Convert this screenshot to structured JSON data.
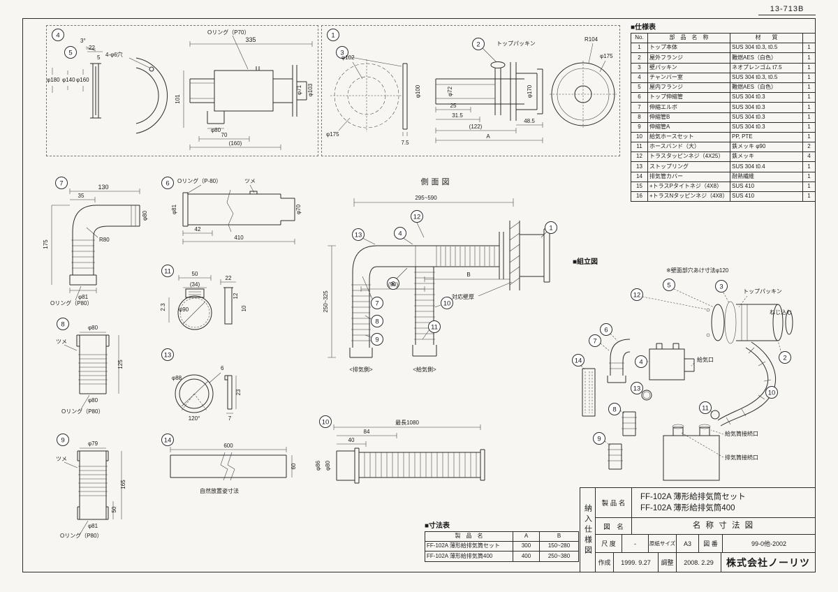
{
  "doc_number": "13-713B",
  "views": {
    "v4": {
      "num": "4",
      "num5": "5",
      "labels": {
        "oring": "Oリング（P70）",
        "dim335": "335",
        "deg3": "3°",
        "dim22": "22",
        "dim5": "5",
        "holes": "4-φ6穴",
        "d180": "φ180",
        "d140": "φ140",
        "d160": "φ160",
        "d71": "φ71",
        "d103": "φ103",
        "dim101": "101",
        "d80": "φ80",
        "dim70": "70",
        "dim160": "(160)"
      }
    },
    "v1": {
      "num": "1",
      "num2": "2",
      "num3": "3",
      "labels": {
        "packing": "トップパッキン",
        "d102": "φ102",
        "d175a": "φ175",
        "dim75": "7.5",
        "d100": "φ100",
        "d72": "φ72",
        "dim25": "25",
        "dim315": "31.5",
        "dim122": "(122)",
        "dim485": "48.5",
        "dimA": "A",
        "d170": "φ170",
        "r104": "R104",
        "d175b": "φ175"
      }
    },
    "v7": {
      "num": "7",
      "labels": {
        "dim130": "130",
        "dim35": "35",
        "d80": "φ80",
        "r80": "R80",
        "dim175": "175",
        "d81": "φ81",
        "oring": "Oリング（P80）"
      }
    },
    "v6": {
      "num": "6",
      "labels": {
        "oring": "Oリング（P-80）",
        "tsume": "ツメ",
        "d81": "φ81",
        "dim42": "42",
        "dim410": "410",
        "d70": "φ70"
      }
    },
    "v11": {
      "num": "11",
      "labels": {
        "dim50": "50",
        "dim34": "(34)",
        "dim22": "22",
        "dim12": "12",
        "dim10": "10",
        "d90": "φ90",
        "dim23": "2.3"
      }
    },
    "v8": {
      "num": "8",
      "labels": {
        "d80t": "φ80",
        "tsume": "ツメ",
        "dim125": "125",
        "d80b": "φ80",
        "oring": "Oリング（P80）"
      }
    },
    "v13": {
      "num": "13",
      "labels": {
        "d88": "φ88",
        "dim6": "6",
        "deg120": "120°",
        "dim23": "23",
        "dim7": "7"
      }
    },
    "v9": {
      "num": "9",
      "labels": {
        "d79": "φ79",
        "tsume": "ツメ",
        "dim165": "165",
        "dim50": "50",
        "d81": "φ81",
        "oring": "Oリング（P80）"
      }
    },
    "v14": {
      "num": "14",
      "labels": {
        "dim600": "600",
        "dim60": "60",
        "note": "自然放置姿寸法"
      }
    },
    "v10": {
      "num": "10",
      "labels": {
        "max": "最長1080",
        "dim84": "84",
        "dim40": "40",
        "d86": "φ86",
        "d80": "φ80"
      }
    },
    "side": {
      "title": "側面図",
      "labels": {
        "span": "295~590",
        "height": "250~325",
        "dim90": "(90)",
        "dimB": "B",
        "wall": "対応壁厚",
        "exhaust": "<排気側>",
        "intake": "<給気側>"
      },
      "callouts": {
        "c1": "1",
        "c4": "4",
        "c6": "6",
        "c7": "7",
        "c8": "8",
        "c9": "9",
        "c10": "10",
        "c11": "11",
        "c12": "12",
        "c13": "13"
      }
    },
    "assembly": {
      "title": "■組立図",
      "labels": {
        "note": "※壁面部穴あけ寸法φ120",
        "packing": "トップパッキン",
        "screw": "ねじ込む",
        "intake_port": "給気口",
        "intake_conn": "給気筒接続口",
        "exhaust_conn": "排気筒接続口"
      },
      "callouts": {
        "c2": "2",
        "c3": "3",
        "c4": "4",
        "c5": "5",
        "c6": "6",
        "c7": "7",
        "c8": "8",
        "c9": "9",
        "c10": "10",
        "c11": "11",
        "c12": "12",
        "c13": "13",
        "c14": "14"
      }
    }
  },
  "spec_table": {
    "title": "■仕様表",
    "headers": {
      "no": "No.",
      "name": "部　品　名　称",
      "material": "材　　質",
      "qty": ""
    },
    "rows": [
      [
        "1",
        "トップ本体",
        "SUS 304 t0.3, t0.5",
        "1"
      ],
      [
        "2",
        "屋外フランジ",
        "難燃AES（白色）",
        "1"
      ],
      [
        "3",
        "壁パッキン",
        "ネオプレンゴム t7.5",
        "1"
      ],
      [
        "4",
        "チャンバー室",
        "SUS 304 t0.3, t0.5",
        "1"
      ],
      [
        "5",
        "屋内フランジ",
        "難燃AES（白色）",
        "1"
      ],
      [
        "6",
        "トップ伸縮管",
        "SUS 304 t0.3",
        "1"
      ],
      [
        "7",
        "伸縮エルボ",
        "SUS 304 t0.3",
        "1"
      ],
      [
        "8",
        "伸縮管B",
        "SUS 304 t0.3",
        "1"
      ],
      [
        "9",
        "伸縮管A",
        "SUS 304 t0.3",
        "1"
      ],
      [
        "10",
        "給気ホースセット",
        "PP, PTE",
        "1"
      ],
      [
        "11",
        "ホースバンド（大）",
        "鉄メッキ φ90",
        "2"
      ],
      [
        "12",
        "トラスタッピンネジ（4X25）",
        "鉄メッキ",
        "4"
      ],
      [
        "13",
        "ストップリング",
        "SUS 304 t0.4",
        "1"
      ],
      [
        "14",
        "排気管カバー",
        "耐熱繊維",
        "1"
      ],
      [
        "15",
        "+トラスPタイトネジ（4X8）",
        "SUS 410",
        "1"
      ],
      [
        "16",
        "+トラスNタッピンネジ（4X8）",
        "SUS 410",
        "1"
      ]
    ]
  },
  "dim_table": {
    "title": "■寸法表",
    "headers": {
      "name": "製　品　名",
      "a": "A",
      "b": "B"
    },
    "rows": [
      [
        "FF-102A 薄形給排気筒セット",
        "300",
        "150~280"
      ],
      [
        "FF-102A 薄形給排気筒400",
        "400",
        "250~380"
      ]
    ]
  },
  "title_block": {
    "side_label": "納入仕様図",
    "product_label": "製 品 名",
    "product_name_1": "FF-102A 薄形給排気筒セット",
    "product_name_2": "FF-102A 薄形給排気筒400",
    "drawing_label": "図　名",
    "drawing_name": "名 称 寸 法 図",
    "scale_label": "尺 度",
    "scale_value": "-",
    "paper_label": "原紙サイズ",
    "paper_value": "A3",
    "fig_no_label": "図 番",
    "fig_no_value": "99-0他-2002",
    "created_label": "作成",
    "created_value": "1999. 9.27",
    "revised_label": "調整",
    "revised_value": "2008. 2.29",
    "company": "株式会社ノーリツ"
  }
}
